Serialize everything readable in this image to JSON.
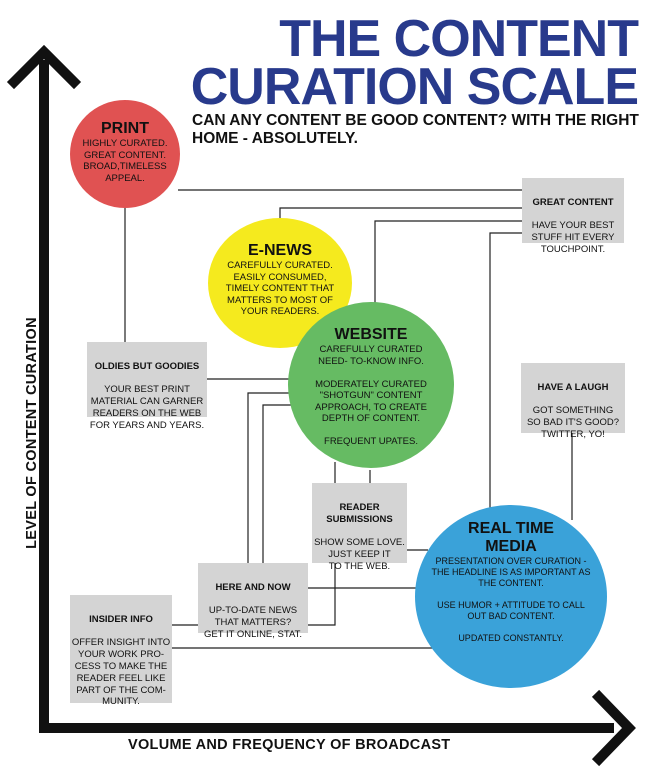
{
  "title": {
    "line1": "THE CONTENT",
    "line2": "CURATION SCALE"
  },
  "subtitle": "CAN ANY CONTENT BE GOOD CONTENT? WITH THE RIGHT HOME - ABSOLUTELY.",
  "axes": {
    "y_label": "LEVEL OF CONTENT CURATION",
    "x_label": "VOLUME AND FREQUENCY OF BROADCAST"
  },
  "colors": {
    "title": "#283a8c",
    "print": "#e05252",
    "enews": "#f5ea1e",
    "website": "#66bb63",
    "realtime": "#3aa2d9",
    "box": "#d4d4d4"
  },
  "circles": {
    "print": {
      "heading": "PRINT",
      "body": "HIGHLY CURATED.\nGREAT CONTENT.\nBROAD,TIMELESS\nAPPEAL."
    },
    "enews": {
      "heading": "E-NEWS",
      "body": "CAREFULLY CURATED.\nEASILY CONSUMED,\nTIMELY CONTENT THAT\nMATTERS TO MOST OF\nYOUR READERS."
    },
    "website": {
      "heading": "WEBSITE",
      "body": "CAREFULLY CURATED\nNEED- TO-KNOW INFO.\n\nMODERATELY CURATED\n\"SHOTGUN\" CONTENT\nAPPROACH, TO CREATE\nDEPTH OF CONTENT.\n\nFREQUENT UPATES."
    },
    "realtime": {
      "heading": "REAL TIME\nMEDIA",
      "body": "PRESENTATION OVER CURATION -\nTHE HEADLINE IS AS IMPORTANT AS\nTHE CONTENT.\n\nUSE HUMOR + ATTITUDE TO CALL\nOUT BAD CONTENT.\n\nUPDATED CONSTANTLY."
    }
  },
  "boxes": {
    "great_content": {
      "heading": "GREAT CONTENT",
      "body": "HAVE YOUR BEST\nSTUFF HIT EVERY\nTOUCHPOINT."
    },
    "oldies": {
      "heading": "OLDIES BUT GOODIES",
      "body": "YOUR BEST PRINT\nMATERIAL CAN GARNER\nREADERS ON THE WEB\nFOR YEARS AND YEARS."
    },
    "laugh": {
      "heading": "HAVE A LAUGH",
      "body": "GOT SOMETHING\nSO BAD IT'S GOOD?\nTWITTER, YO!"
    },
    "reader": {
      "heading": "READER\nSUBMISSIONS",
      "body": "SHOW SOME LOVE.\nJUST KEEP IT\nTO THE WEB."
    },
    "herenow": {
      "heading": "HERE AND NOW",
      "body": "UP-TO-DATE NEWS\nTHAT MATTERS?\nGET IT ONLINE, STAT."
    },
    "insider": {
      "heading": "INSIDER INFO",
      "body": "OFFER INSIGHT INTO\nYOUR WORK PRO-\nCESS TO MAKE THE\nREADER FEEL LIKE\nPART OF THE COM-\nMUNITY."
    }
  }
}
